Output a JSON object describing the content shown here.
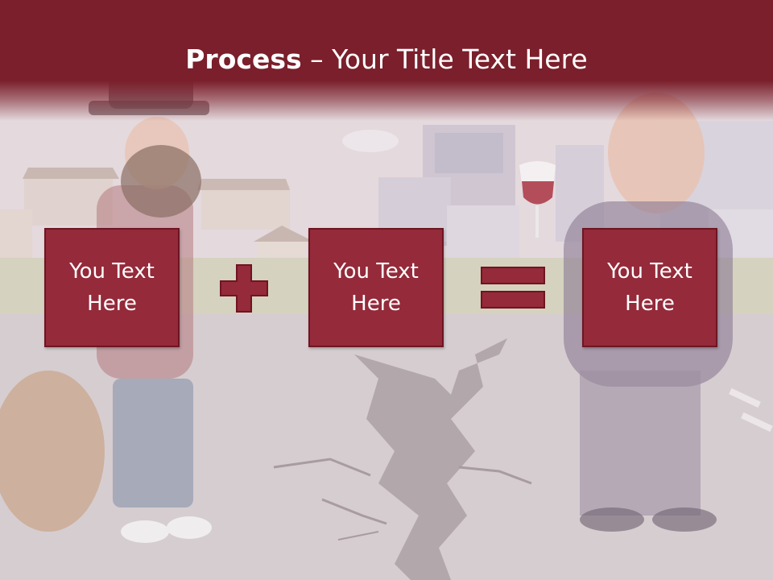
{
  "slide": {
    "title_bold": "Process",
    "title_rest": " – Your Title Text Here"
  },
  "boxes": [
    {
      "label": "You Text Here"
    },
    {
      "label": "You Text Here"
    },
    {
      "label": "You Text Here"
    }
  ],
  "operators": [
    "plus-icon",
    "equals-icon"
  ],
  "colors": {
    "title_bar": "#7a1f2b",
    "box_fill": "#942a3a",
    "box_border": "#6e1522",
    "operator_fill": "#942a3a"
  }
}
